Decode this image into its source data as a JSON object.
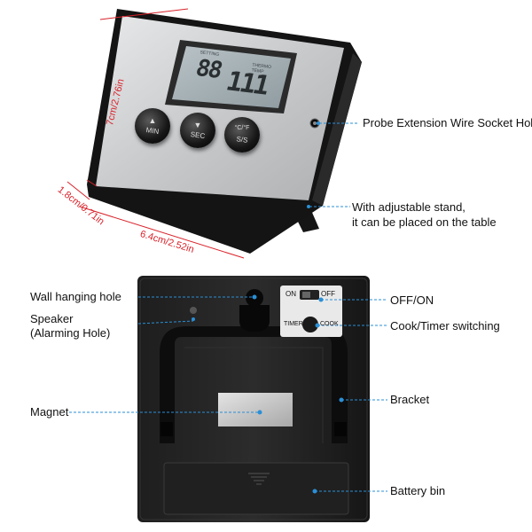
{
  "dimensions": {
    "height": "7cm/2.76in",
    "depth": "1.8cm/0.71in",
    "width": "6.4cm/2.52in"
  },
  "device": {
    "lcd_labels": [
      "SETTING",
      "THERMO TEMP"
    ],
    "lcd_digits_left": "88",
    "lcd_digits_right": "111",
    "buttons": [
      {
        "arrow": "▲",
        "label": "MIN"
      },
      {
        "arrow": "▼",
        "label": "SEC"
      },
      {
        "arrow": "°C/°F",
        "label": "S/S"
      }
    ]
  },
  "back_panel": {
    "switch_on_label": "ON",
    "switch_off_label": "OFF",
    "timer_label": "TIMER",
    "cook_label": "COOK"
  },
  "callouts": {
    "probe_socket": "Probe Extension Wire Socket Hole",
    "stand_line1": "With adjustable stand,",
    "stand_line2": "it can be placed on the table",
    "wall_hole": "Wall hanging hole",
    "speaker_line1": "Speaker",
    "speaker_line2": "(Alarming Hole)",
    "off_on": "OFF/ON",
    "cook_timer": "Cook/Timer switching",
    "bracket": "Bracket",
    "magnet": "Magnet",
    "battery": "Battery bin"
  },
  "colors": {
    "leader": "#2a8fd6",
    "dimension": "#d9222a",
    "body": "#1c1c1c",
    "faceplate": "#c9cbcd"
  }
}
